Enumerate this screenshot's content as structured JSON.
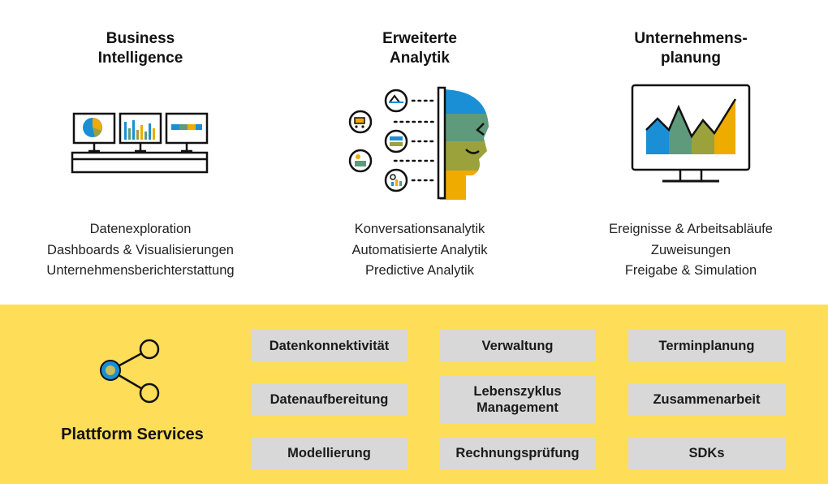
{
  "columns": [
    {
      "id": "bi",
      "title_lines": [
        "Business",
        "Intelligence"
      ],
      "items": [
        "Datenexploration",
        "Dashboards & Visualisierungen",
        "Unternehmensberichterstattung"
      ]
    },
    {
      "id": "analytics",
      "title_lines": [
        "Erweiterte",
        "Analytik"
      ],
      "items": [
        "Konversationsanalytik",
        "Automatisierte Analytik",
        "Predictive Analytik"
      ]
    },
    {
      "id": "planning",
      "title_lines": [
        "Unternehmens-",
        "planung"
      ],
      "items": [
        "Ereignisse & Arbeitsabläufe",
        "Zuweisungen",
        "Freigabe & Simulation"
      ]
    }
  ],
  "platform": {
    "label": "Plattform Services",
    "services": [
      [
        "Datenkonnektivität"
      ],
      [
        "Verwaltung"
      ],
      [
        "Terminplanung"
      ],
      [
        "Datenaufbereitung"
      ],
      [
        "Lebenszyklus",
        "Management"
      ],
      [
        "Zusammenarbeit"
      ],
      [
        "Modellierung"
      ],
      [
        "Rechnungsprüfung"
      ],
      [
        "SDKs"
      ]
    ]
  },
  "colors": {
    "band": "#fedd58",
    "tile": "#d8d8d8",
    "blue": "#1a8fd6",
    "green": "#5f9a7c",
    "olive": "#9ca23b",
    "gold": "#f0ab00"
  },
  "icons": [
    "three-monitors-icon",
    "ai-head-icon",
    "planning-monitor-icon",
    "share-network-icon"
  ]
}
